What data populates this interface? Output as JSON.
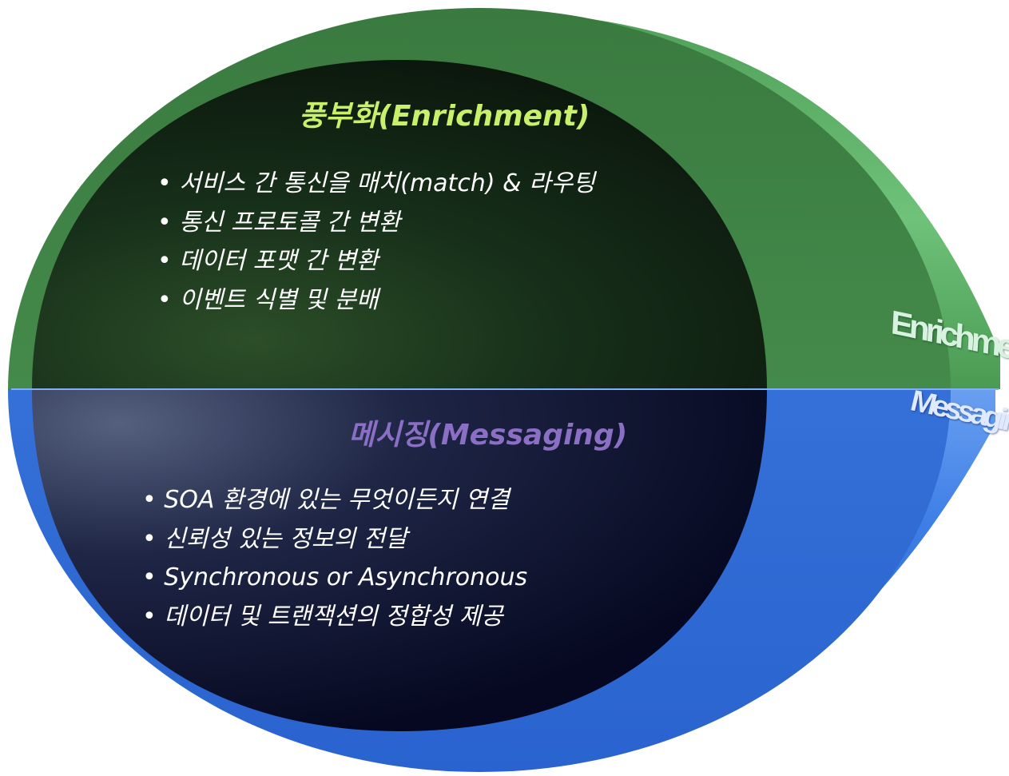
{
  "enrichment": {
    "title": "풍부화(Enrichment)",
    "bullets": [
      "서비스 간 통신을  매치(match) & 라우팅",
      "통신 프로토콜 간 변환",
      "데이터 포맷 간 변환",
      "이벤트 식별 및 분배"
    ],
    "side_label": "Enrichment"
  },
  "messaging": {
    "title": "메시징(Messaging)",
    "bullets": [
      "SOA 환경에 있는 무엇이든지 연결",
      "신뢰성 있는 정보의 전달",
      "Synchronous or Asynchronous",
      "데이터 및 트랜잭션의 정합성 제공"
    ],
    "side_label": "Messaging"
  },
  "colors": {
    "enrichment_ring": "#3f8f45",
    "enrichment_tube": "#5fba6a",
    "enrichment_title": "#c8f06a",
    "messaging_ring": "#2f6fd8",
    "messaging_tube": "#3d7fe6",
    "messaging_title": "#8a6fc4",
    "bullet_text": "#ffffff"
  }
}
